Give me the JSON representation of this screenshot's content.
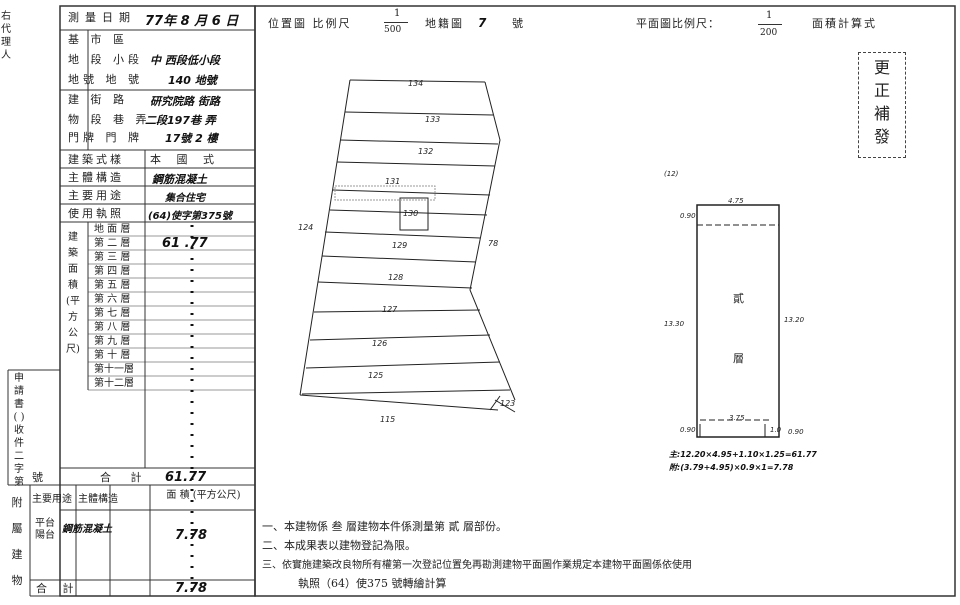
{
  "side_label": [
    "右",
    "代",
    "理",
    "人"
  ],
  "left_table": {
    "survey_date_label": "測量日期",
    "survey_date_value": "77年 8 月 6 日",
    "land_rows": [
      {
        "label": "基 市 區",
        "value": ""
      },
      {
        "label": "地 段 小段",
        "value": "中 西段低小段"
      },
      {
        "label": "地號 地 號",
        "value": "140 地號"
      }
    ],
    "address_rows": [
      {
        "label": "建 街 路",
        "value": "研究院路 街路"
      },
      {
        "label": "物 段 巷 弄",
        "value": "二段197巷 弄"
      },
      {
        "label": "門牌 門 牌",
        "value": "17號 2 樓"
      }
    ],
    "building_style_label": "建築式樣",
    "building_style_value": "本 國 式",
    "main_structure_label": "主體構造",
    "main_structure_value": "鋼筋混凝土",
    "main_use_label": "主要用途",
    "main_use_value": "集合住宅",
    "use_permit_label": "使用執照",
    "use_permit_value": "(64)使字第375號",
    "area_section_label": "建 築 面 積 (平方公尺)",
    "floors": [
      {
        "label": "地 面 層",
        "value": ""
      },
      {
        "label": "第 二 層",
        "value": "61 .77"
      },
      {
        "label": "第 三 層",
        "value": ""
      },
      {
        "label": "第 四 層",
        "value": ""
      },
      {
        "label": "第 五 層",
        "value": ""
      },
      {
        "label": "第 六 層",
        "value": ""
      },
      {
        "label": "第 七 層",
        "value": ""
      },
      {
        "label": "第 八 層",
        "value": ""
      },
      {
        "label": "第 九 層",
        "value": ""
      },
      {
        "label": "第 十 層",
        "value": ""
      },
      {
        "label": "第十一層",
        "value": ""
      },
      {
        "label": "第十二層",
        "value": ""
      }
    ],
    "application_label": "申請書 ( ) 收件 二字第",
    "application_no": "號",
    "total_label": "合 計",
    "total_value": "61.77",
    "attached_label": "附屬建物",
    "attached_headers": [
      "主要用途",
      "主體構造",
      "面 積 (平方公尺)"
    ],
    "attached_rows": [
      {
        "use": "平台 陽台",
        "structure": "鋼筋混凝土",
        "area": "7.78"
      }
    ],
    "attached_total_label": "合 計",
    "attached_total_value": "7.78"
  },
  "header": {
    "location_map_label": "位置圖 比例尺",
    "location_scale_num": "1",
    "location_scale_den": "500",
    "cadastral_map_label": "地籍圖",
    "cadastral_map_no": "7",
    "cadastral_no_suffix": "號",
    "plan_scale_label": "平面圖比例尺：",
    "plan_scale_num": "1",
    "plan_scale_den": "200",
    "area_calc_label": "面積計算式"
  },
  "stamp": [
    "更",
    "正",
    "補",
    "發"
  ],
  "site_plan": {
    "parcels": [
      "134",
      "133",
      "132",
      "131",
      "130",
      "129",
      "128",
      "127",
      "126",
      "125",
      "115",
      "123",
      "124",
      "78"
    ]
  },
  "floor_plan": {
    "label": "(12)",
    "floor_name": "貳",
    "floor_suffix": "層",
    "top_dim": "4.75",
    "bottom_dim": "3.75",
    "left_dim": "13.30",
    "right_dim": "13.20",
    "corner_dims": [
      "0.90",
      "0.90",
      "0.90",
      "1.0"
    ],
    "formula_main": "主:12.20×4.95+1.10×1.25=61.77",
    "formula_attached": "附:(3.79+4.95)×0.9×1=7.78"
  },
  "notes": [
    "一、本建物係 叁 層建物本件係測量第 貳 層部份。",
    "二、本成果表以建物登記為限。",
    "三、依實施建築改良物所有權第一次登記位置免再勘測建物平面圖作業規定本建物平面圖係依使用",
    "執照（64）使375 號轉繪計算"
  ]
}
